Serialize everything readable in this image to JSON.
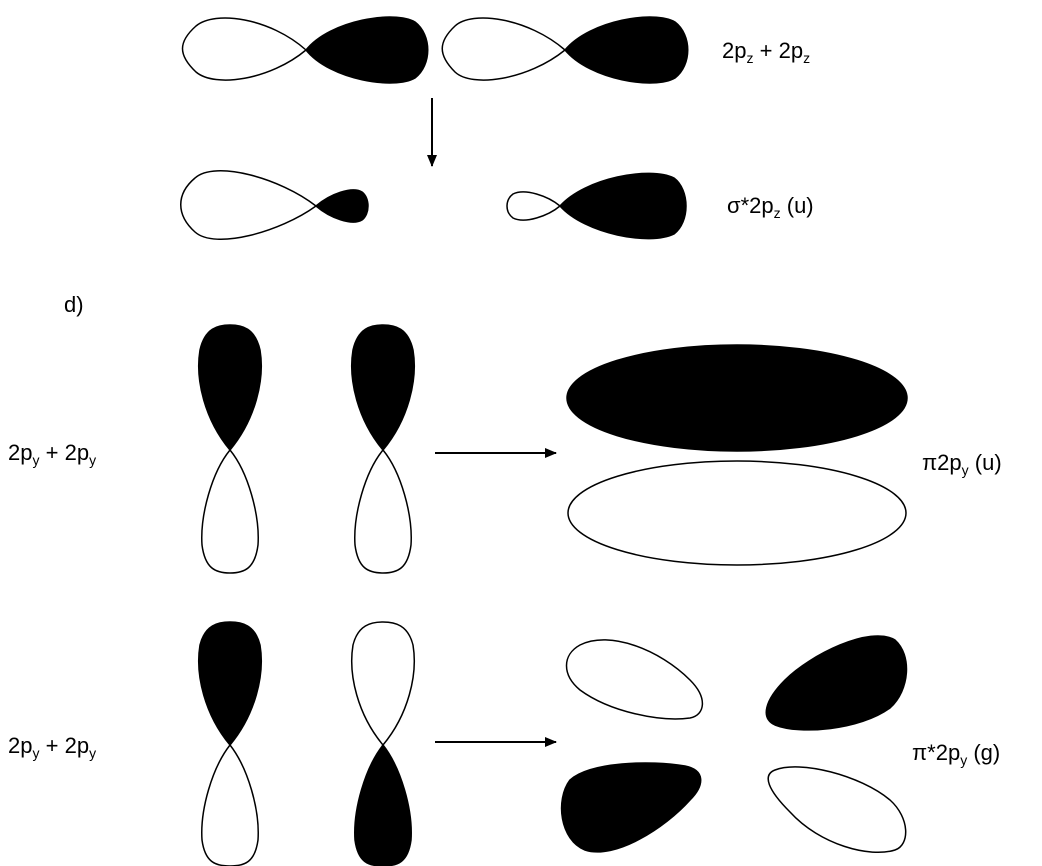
{
  "colors": {
    "ink": "#000000",
    "paper": "#ffffff"
  },
  "section_d_label": "d)",
  "labels": {
    "top_reactants": {
      "a": "2",
      "a_sub": "z",
      "op": " + ",
      "b": "2",
      "b_sub": "z",
      "orb": "p"
    },
    "sigma_star": {
      "pre": "σ*2",
      "sub": "z",
      "post": " (u)",
      "orb": "p"
    },
    "pi_reactants_1": {
      "a": "2",
      "a_sub": "y",
      "op": " + ",
      "b": "2",
      "b_sub": "y",
      "orb": "p"
    },
    "pi": {
      "pre": "π2",
      "sub": "y",
      "post": " (u)",
      "orb": "p"
    },
    "pi_reactants_2": {
      "a": "2",
      "a_sub": "y",
      "op": " + ",
      "b": "2",
      "b_sub": "y",
      "orb": "p"
    },
    "pi_star": {
      "pre": "π*2",
      "sub": "y",
      "post": " (g)",
      "orb": "p"
    }
  }
}
